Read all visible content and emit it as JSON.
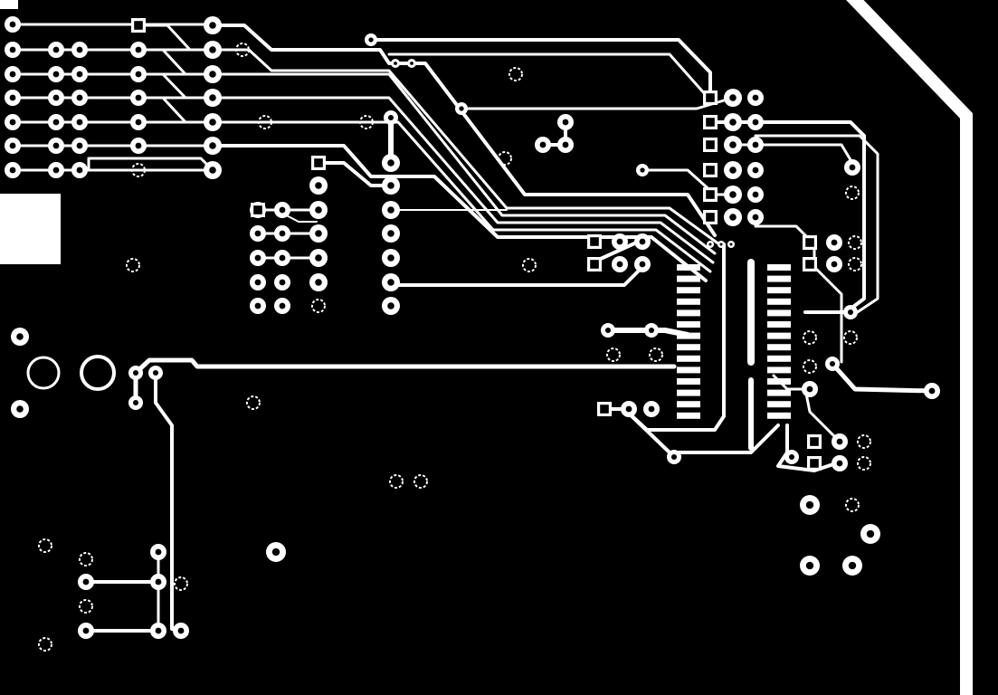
{
  "view": {
    "layer": "bottom-copper",
    "colors": {
      "background": "#000000",
      "copper": "#ffffff"
    },
    "labels": []
  },
  "board": {
    "edge": "chamfered-top-right",
    "components": [
      "connector-left-top",
      "connector-left-small",
      "dip-header-mid",
      "header-top-right",
      "soic-chip-left",
      "soic-chip-right",
      "power-jack",
      "bottom-left-connector",
      "bottom-right-pads"
    ]
  }
}
